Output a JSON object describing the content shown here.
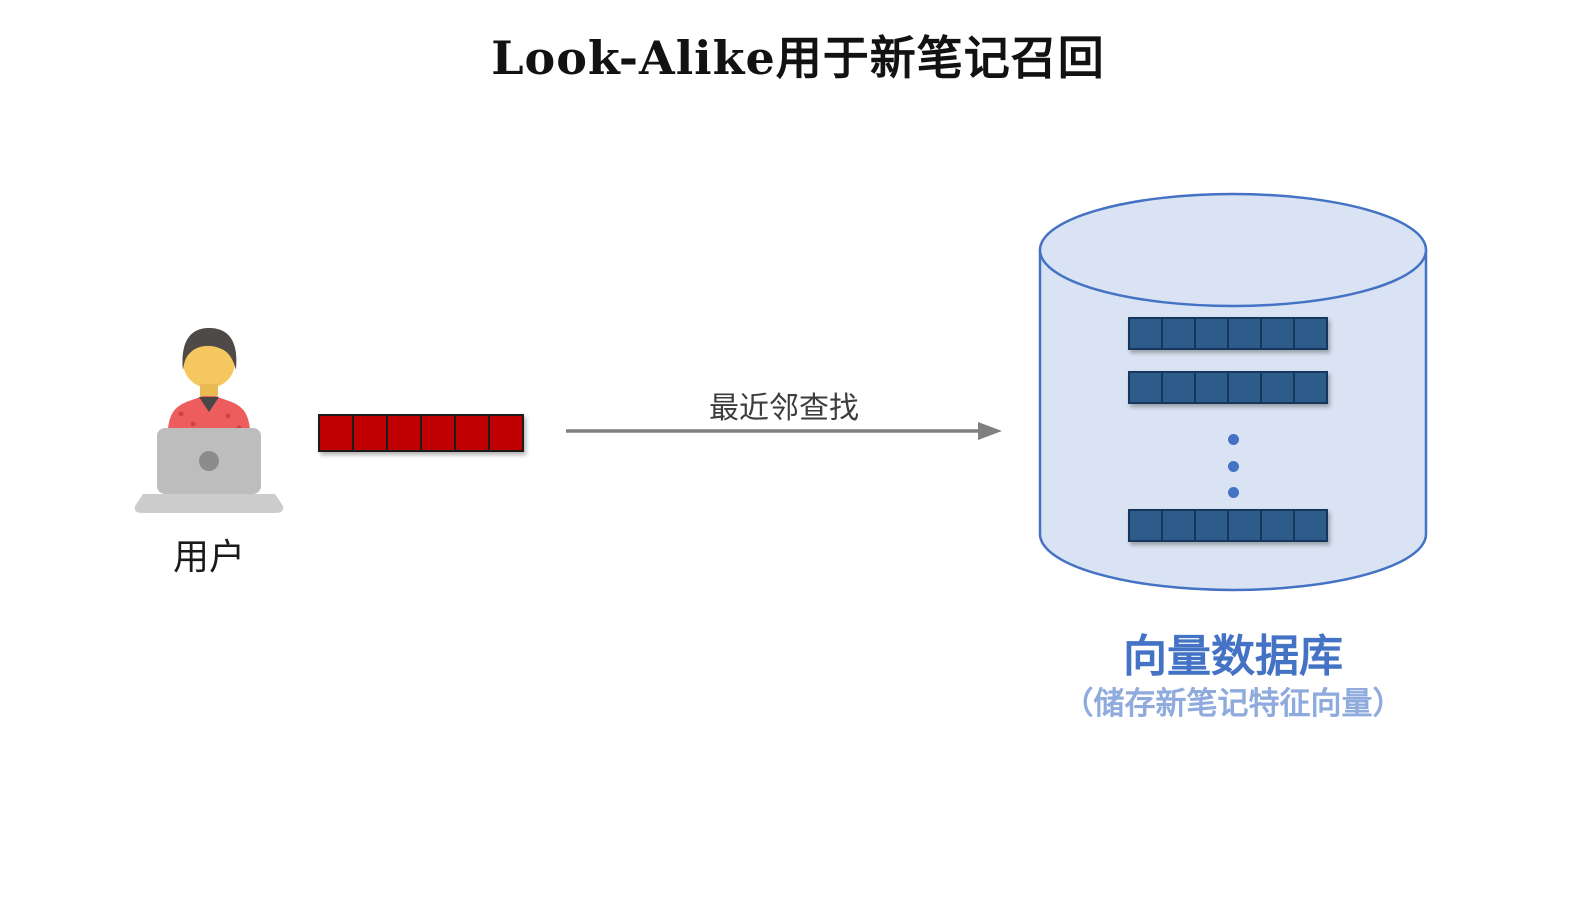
{
  "diagram": {
    "title": "Look-Alike用于新笔记召回",
    "user": {
      "label": "用户",
      "icon": "person-at-laptop-icon"
    },
    "user_vector": {
      "cells": 6,
      "fill": "#C00000",
      "border": "#1C1C1C"
    },
    "arrow": {
      "label": "最近邻查找",
      "color": "#808080",
      "direction": "right"
    },
    "database": {
      "title": "向量数据库",
      "subtitle": "（储存新笔记特征向量）",
      "title_color": "#4472C4",
      "subtitle_color": "#8FAADC",
      "cylinder_fill": "#DAE3F3",
      "cylinder_border": "#4472C4",
      "cell_fill": "#2E5C8A",
      "cell_border": "#17365D",
      "ellipsis_icon": "vertical-ellipsis-icon",
      "rows": [
        {
          "cells": 6
        },
        {
          "cells": 6
        },
        {
          "cells": 6
        }
      ]
    }
  }
}
